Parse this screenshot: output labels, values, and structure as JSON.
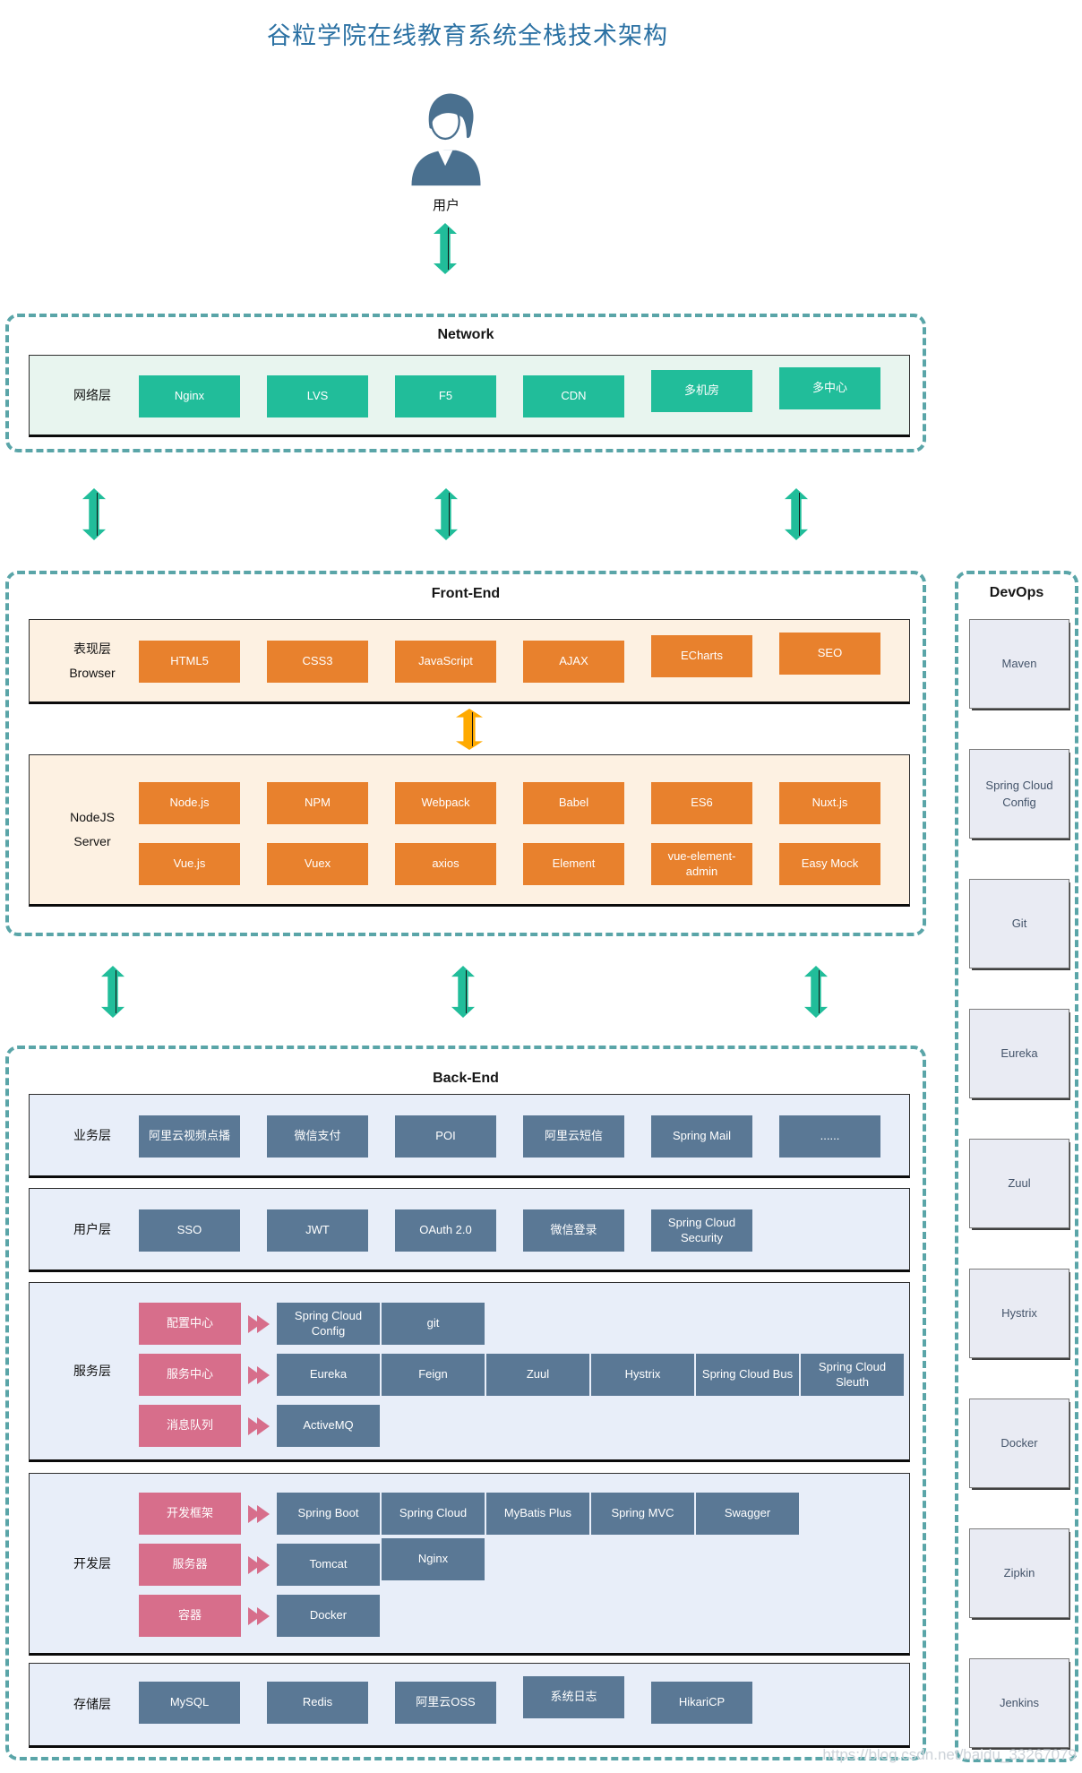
{
  "title": "谷粒学院在线教育系统全栈技术架构",
  "user": {
    "label": "用户"
  },
  "network": {
    "section_label": "Network",
    "row_label": "网络层",
    "items": [
      "Nginx",
      "LVS",
      "F5",
      "CDN",
      "多机房",
      "多中心"
    ]
  },
  "frontend": {
    "section_label": "Front-End",
    "browser": {
      "row_label_line1": "表现层",
      "row_label_line2": "Browser",
      "items": [
        "HTML5",
        "CSS3",
        "JavaScript",
        "AJAX",
        "ECharts",
        "SEO"
      ]
    },
    "nodejs": {
      "row_label_line1": "NodeJS",
      "row_label_line2": "Server",
      "row1": [
        "Node.js",
        "NPM",
        "Webpack",
        "Babel",
        "ES6",
        "Nuxt.js"
      ],
      "row2": [
        "Vue.js",
        "Vuex",
        "axios",
        "Element",
        "vue-element-admin",
        "Easy Mock"
      ]
    }
  },
  "devops": {
    "section_label": "DevOps",
    "items": [
      "Maven",
      "Spring Cloud Config",
      "Git",
      "Eureka",
      "Zuul",
      "Hystrix",
      "Docker",
      "Zipkin",
      "Jenkins"
    ]
  },
  "backend": {
    "section_label": "Back-End",
    "business": {
      "row_label": "业务层",
      "items": [
        "阿里云视频点播",
        "微信支付",
        "POI",
        "阿里云短信",
        "Spring Mail",
        "......"
      ]
    },
    "user_layer": {
      "row_label": "用户层",
      "items": [
        "SSO",
        "JWT",
        "OAuth 2.0",
        "微信登录",
        "Spring Cloud Security"
      ]
    },
    "service_layer": {
      "row_label": "服务层",
      "rows": [
        {
          "label": "配置中心",
          "items": [
            "Spring Cloud Config",
            "git"
          ]
        },
        {
          "label": "服务中心",
          "items": [
            "Eureka",
            "Feign",
            "Zuul",
            "Hystrix",
            "Spring Cloud Bus",
            "Spring Cloud Sleuth"
          ]
        },
        {
          "label": "消息队列",
          "items": [
            "ActiveMQ"
          ]
        }
      ]
    },
    "dev_layer": {
      "row_label": "开发层",
      "rows": [
        {
          "label": "开发框架",
          "items": [
            "Spring Boot",
            "Spring Cloud",
            "MyBatis Plus",
            "Spring MVC",
            "Swagger"
          ]
        },
        {
          "label": "服务器",
          "items": [
            "Tomcat",
            "Nginx"
          ]
        },
        {
          "label": "容器",
          "items": [
            "Docker"
          ]
        }
      ]
    },
    "storage": {
      "row_label": "存储层",
      "items": [
        "MySQL",
        "Redis",
        "阿里云OSS",
        "系统日志",
        "HikariCP"
      ]
    }
  },
  "watermark": "https://blog.csdn.net/baidu_33267079",
  "colors": {
    "teal": "#21bd9a",
    "orange": "#e8812d",
    "gold": "#ffaa00",
    "slate": "#5a7895",
    "pink": "#d76e8b",
    "panel_green": "#e8f5ef",
    "panel_cream": "#fdf1e2",
    "panel_blue": "#e8eef9",
    "devops_box": "#e9ebf3",
    "devops_text": "#44546a",
    "dash": "#5aa5a8",
    "title_blue": "#2b71a3",
    "person": "#4a708f",
    "watermark": "#cdd3d9"
  }
}
